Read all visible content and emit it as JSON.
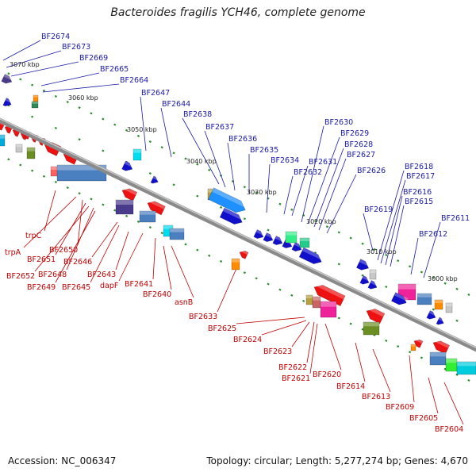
{
  "header": {
    "title": "Bacteroides fragilis YCH46, complete genome"
  },
  "footer": {
    "accession": "Accession: NC_006347",
    "summary": "Topology: circular; Length: 5,277,274 bp; Genes: 4,670"
  },
  "colors": {
    "forward_label": "#1a1aa6",
    "reverse_label": "#c00000",
    "backbone": "#8a8a8a"
  },
  "scale_labels": [
    "3070 kbp",
    "3060 kbp",
    "3050 kbp",
    "3040 kbp",
    "3030 kbp",
    "3020 kbp",
    "3010 kbp",
    "3000 kbp"
  ],
  "top_labels": [
    "BF2674",
    "BF2673",
    "BF2669",
    "BF2665",
    "BF2664",
    "BF2647",
    "BF2644",
    "BF2638",
    "BF2637",
    "BF2636",
    "BF2635",
    "BF2634",
    "BF2632",
    "BF2631",
    "BF2630",
    "BF2629",
    "BF2628",
    "BF2627",
    "BF2626",
    "BF2619",
    "BF2618",
    "BF2617",
    "BF2616",
    "BF2615",
    "BF2612",
    "BF2611"
  ],
  "bottom_labels": [
    "trpC",
    "trpA",
    "BF2650",
    "BF2651",
    "BF2652",
    "BF2648",
    "BF2646",
    "BF2649",
    "BF2645",
    "BF2643",
    "dapF",
    "BF2641",
    "BF2640",
    "asnB",
    "BF2633",
    "BF2625",
    "BF2624",
    "BF2623",
    "BF2622",
    "BF2621",
    "BF2620",
    "BF2614",
    "BF2613",
    "BF2609",
    "BF2605",
    "BF2604"
  ]
}
